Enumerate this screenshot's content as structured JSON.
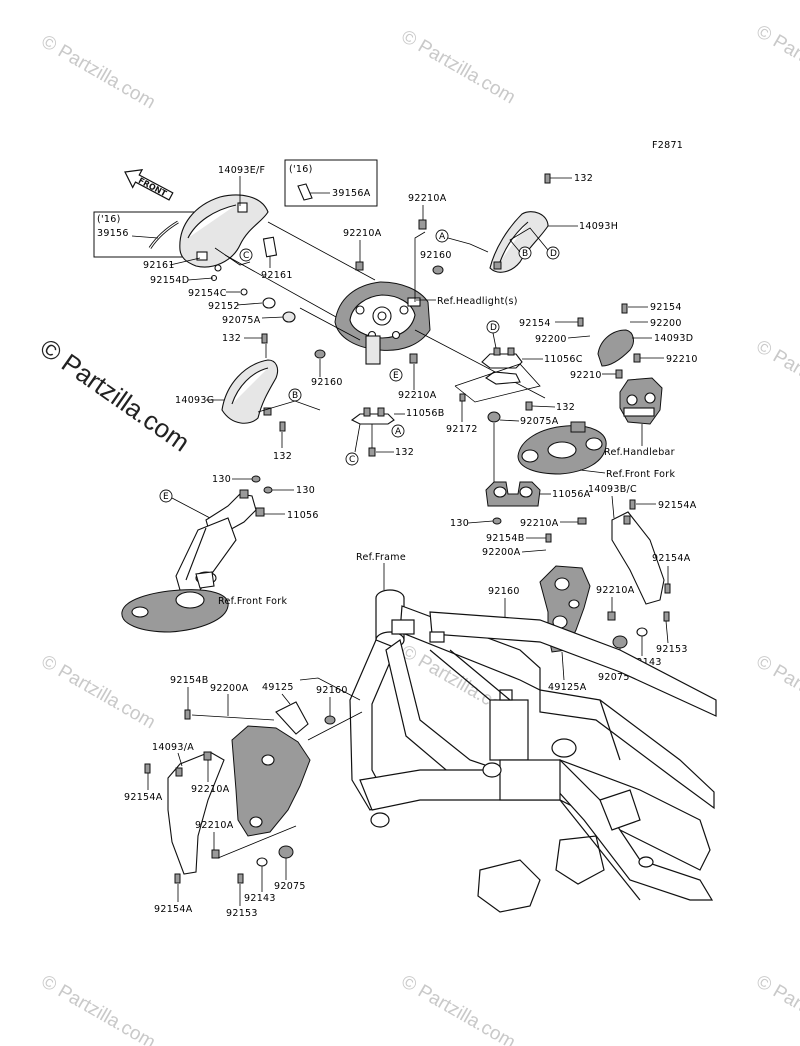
{
  "figure_code": "F2871",
  "watermark": {
    "text": "© Partzilla.com",
    "big_text": "© Partzilla.com"
  },
  "front_arrow": "FRONT",
  "inset_boxes": [
    {
      "year": "('16)",
      "part": "39156"
    },
    {
      "year": "('16)",
      "part": "39156A"
    }
  ],
  "circle_markers": [
    "A",
    "B",
    "C",
    "D",
    "E"
  ],
  "references": {
    "headlight": "Ref.Headlight(s)",
    "handlebar": "Ref.Handlebar",
    "front_fork_upper": "Ref.Front Fork",
    "front_fork_lower": "Ref.Front Fork",
    "frame": "Ref.Frame"
  },
  "labels": {
    "p14093EF": "14093E/F",
    "p132_top": "132",
    "p14093H": "14093H",
    "p92210A_top": "92210A",
    "p92210A_2": "92210A",
    "p92160_1": "92160",
    "p92161_1": "92161",
    "p92154D": "92154D",
    "p92161_2": "92161",
    "p92154C": "92154C",
    "p92152": "92152",
    "p92075A_1": "92075A",
    "p132_1": "132",
    "p92154_1": "92154",
    "p92154_2": "92154",
    "p92200_1": "92200",
    "p92200_2": "92200",
    "p14093D": "14093D",
    "p92210_1": "92210",
    "p92210_2": "92210",
    "p11056C": "11056C",
    "p14093G": "14093G",
    "p92160_2": "92160",
    "p92210A_3": "92210A",
    "p11056B": "11056B",
    "p132_2": "132",
    "p132_3": "132",
    "p92172": "92172",
    "p92075A_2": "92075A",
    "p132_4": "132",
    "p130_1": "130",
    "p130_2": "130",
    "p11056": "11056",
    "p11056A": "11056A",
    "p130_3": "130",
    "p14093BC": "14093B/C",
    "p92154A_1": "92154A",
    "p92210A_4": "92210A",
    "p92154B_1": "92154B",
    "p92200A_1": "92200A",
    "p92154A_2": "92154A",
    "p92160_3": "92160",
    "p92210A_5": "92210A",
    "p92143_1": "92143",
    "p92153_1": "92153",
    "p92075": "92075",
    "p49125A": "49125A",
    "p92154B_2": "92154B",
    "p92200A_2": "92200A",
    "p49125": "49125",
    "p92160_4": "92160",
    "p14093A": "14093/A",
    "p92154A_3": "92154A",
    "p92210A_6": "92210A",
    "p92210A_7": "92210A",
    "p92143_2": "92143",
    "p92075_2": "92075",
    "p92154A_4": "92154A",
    "p92153_2": "92153"
  }
}
